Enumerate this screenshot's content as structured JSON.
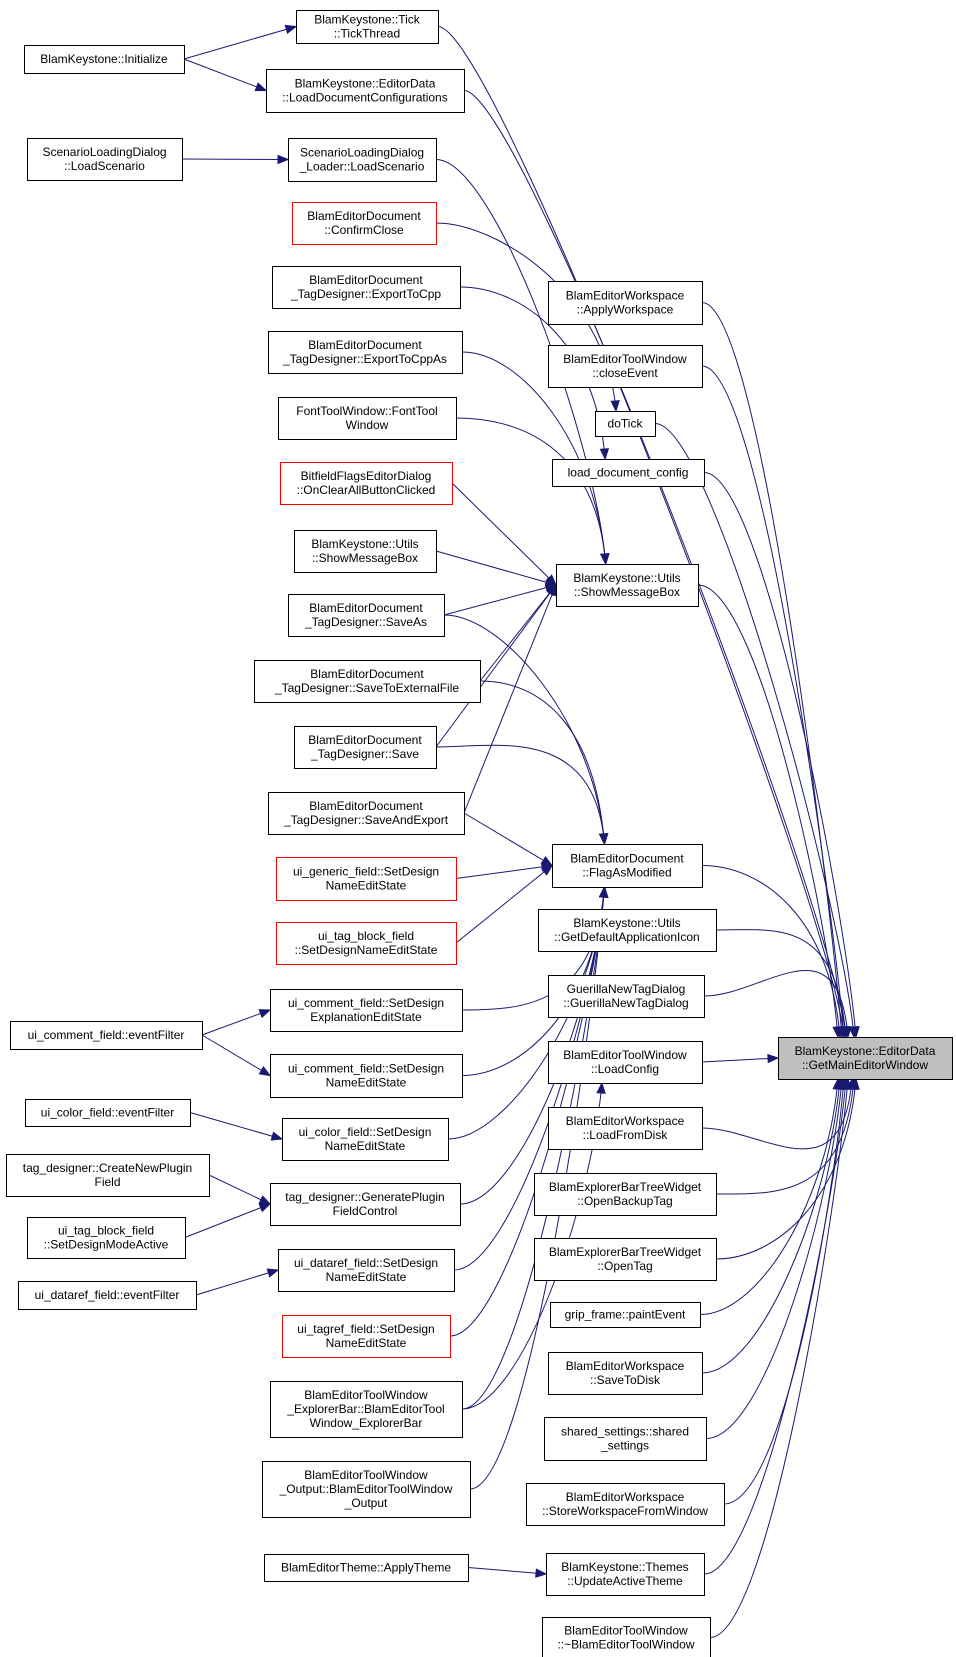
{
  "colors": {
    "edge": "#191970",
    "node_border": "#000000",
    "node_border_truncated": "#ff0000",
    "focus_fill": "#bfbfbf"
  },
  "nodes": [
    {
      "id": "tick_thread",
      "lines": [
        "BlamKeystone::Tick",
        "::TickThread"
      ]
    },
    {
      "id": "initialize",
      "lines": [
        "BlamKeystone::Initialize"
      ]
    },
    {
      "id": "load_doc_configs",
      "lines": [
        "BlamKeystone::EditorData",
        "::LoadDocumentConfigurations"
      ]
    },
    {
      "id": "scen_dialog",
      "lines": [
        "ScenarioLoadingDialog",
        "::LoadScenario"
      ]
    },
    {
      "id": "scen_loader",
      "lines": [
        "ScenarioLoadingDialog",
        "_Loader::LoadScenario"
      ]
    },
    {
      "id": "confirm_close",
      "lines": [
        "BlamEditorDocument",
        "::ConfirmClose"
      ],
      "truncated": true
    },
    {
      "id": "export_cpp",
      "lines": [
        "BlamEditorDocument",
        "_TagDesigner::ExportToCpp"
      ]
    },
    {
      "id": "export_cpp_as",
      "lines": [
        "BlamEditorDocument",
        "_TagDesigner::ExportToCppAs"
      ]
    },
    {
      "id": "font_tool",
      "lines": [
        "FontToolWindow::FontTool",
        "Window"
      ]
    },
    {
      "id": "bitfield",
      "lines": [
        "BitfieldFlagsEditorDialog",
        "::OnClearAllButtonClicked"
      ],
      "truncated": true
    },
    {
      "id": "utils_smb_left",
      "lines": [
        "BlamKeystone::Utils",
        "::ShowMessageBox"
      ]
    },
    {
      "id": "save_as",
      "lines": [
        "BlamEditorDocument",
        "_TagDesigner::SaveAs"
      ]
    },
    {
      "id": "save_ext",
      "lines": [
        "BlamEditorDocument",
        "_TagDesigner::SaveToExternalFile"
      ]
    },
    {
      "id": "save",
      "lines": [
        "BlamEditorDocument",
        "_TagDesigner::Save"
      ]
    },
    {
      "id": "save_export",
      "lines": [
        "BlamEditorDocument",
        "_TagDesigner::SaveAndExport"
      ]
    },
    {
      "id": "generic_field",
      "lines": [
        "ui_generic_field::SetDesign",
        "NameEditState"
      ],
      "truncated": true
    },
    {
      "id": "tag_block_field",
      "lines": [
        "ui_tag_block_field",
        "::SetDesignNameEditState"
      ],
      "truncated": true
    },
    {
      "id": "comment_explain",
      "lines": [
        "ui_comment_field::SetDesign",
        "ExplanationEditState"
      ]
    },
    {
      "id": "comment_event",
      "lines": [
        "ui_comment_field::eventFilter"
      ]
    },
    {
      "id": "comment_name",
      "lines": [
        "ui_comment_field::SetDesign",
        "NameEditState"
      ]
    },
    {
      "id": "color_event",
      "lines": [
        "ui_color_field::eventFilter"
      ]
    },
    {
      "id": "color_name",
      "lines": [
        "ui_color_field::SetDesign",
        "NameEditState"
      ]
    },
    {
      "id": "create_plugin",
      "lines": [
        "tag_designer::CreateNewPlugin",
        "Field"
      ]
    },
    {
      "id": "gen_plugin",
      "lines": [
        "tag_designer::GeneratePlugin",
        "FieldControl"
      ]
    },
    {
      "id": "tag_block_mode",
      "lines": [
        "ui_tag_block_field",
        "::SetDesignModeActive"
      ]
    },
    {
      "id": "dataref_name",
      "lines": [
        "ui_dataref_field::SetDesign",
        "NameEditState"
      ]
    },
    {
      "id": "dataref_event",
      "lines": [
        "ui_dataref_field::eventFilter"
      ]
    },
    {
      "id": "tagref_name",
      "lines": [
        "ui_tagref_field::SetDesign",
        "NameEditState"
      ],
      "truncated": true
    },
    {
      "id": "explorer_bar",
      "lines": [
        "BlamEditorToolWindow",
        "_ExplorerBar::BlamEditorTool",
        "Window_ExplorerBar"
      ]
    },
    {
      "id": "output_win",
      "lines": [
        "BlamEditorToolWindow",
        "_Output::BlamEditorToolWindow",
        "_Output"
      ]
    },
    {
      "id": "apply_theme",
      "lines": [
        "BlamEditorTheme::ApplyTheme"
      ]
    },
    {
      "id": "apply_ws",
      "lines": [
        "BlamEditorWorkspace",
        "::ApplyWorkspace"
      ]
    },
    {
      "id": "close_event",
      "lines": [
        "BlamEditorToolWindow",
        "::closeEvent"
      ]
    },
    {
      "id": "do_tick",
      "lines": [
        "doTick"
      ]
    },
    {
      "id": "load_doc_config",
      "lines": [
        "load_document_config"
      ]
    },
    {
      "id": "utils_smb",
      "lines": [
        "BlamKeystone::Utils",
        "::ShowMessageBox"
      ]
    },
    {
      "id": "flag_modified",
      "lines": [
        "BlamEditorDocument",
        "::FlagAsModified"
      ]
    },
    {
      "id": "default_icon",
      "lines": [
        "BlamKeystone::Utils",
        "::GetDefaultApplicationIcon"
      ]
    },
    {
      "id": "guerilla_dialog",
      "lines": [
        "GuerillaNewTagDialog",
        "::GuerillaNewTagDialog"
      ]
    },
    {
      "id": "tool_load_config",
      "lines": [
        "BlamEditorToolWindow",
        "::LoadConfig"
      ]
    },
    {
      "id": "ws_load_disk",
      "lines": [
        "BlamEditorWorkspace",
        "::LoadFromDisk"
      ]
    },
    {
      "id": "open_backup",
      "lines": [
        "BlamExplorerBarTreeWidget",
        "::OpenBackupTag"
      ]
    },
    {
      "id": "open_tag",
      "lines": [
        "BlamExplorerBarTreeWidget",
        "::OpenTag"
      ]
    },
    {
      "id": "grip_paint",
      "lines": [
        "grip_frame::paintEvent"
      ]
    },
    {
      "id": "ws_save_disk",
      "lines": [
        "BlamEditorWorkspace",
        "::SaveToDisk"
      ]
    },
    {
      "id": "shared_settings",
      "lines": [
        "shared_settings::shared",
        "_settings"
      ]
    },
    {
      "id": "store_ws",
      "lines": [
        "BlamEditorWorkspace",
        "::StoreWorkspaceFromWindow"
      ]
    },
    {
      "id": "update_theme",
      "lines": [
        "BlamKeystone::Themes",
        "::UpdateActiveTheme"
      ]
    },
    {
      "id": "tool_destructor",
      "lines": [
        "BlamEditorToolWindow",
        "::~BlamEditorToolWindow"
      ]
    },
    {
      "id": "get_main_window",
      "lines": [
        "BlamKeystone::EditorData",
        "::GetMainEditorWindow"
      ],
      "focus": true
    }
  ]
}
